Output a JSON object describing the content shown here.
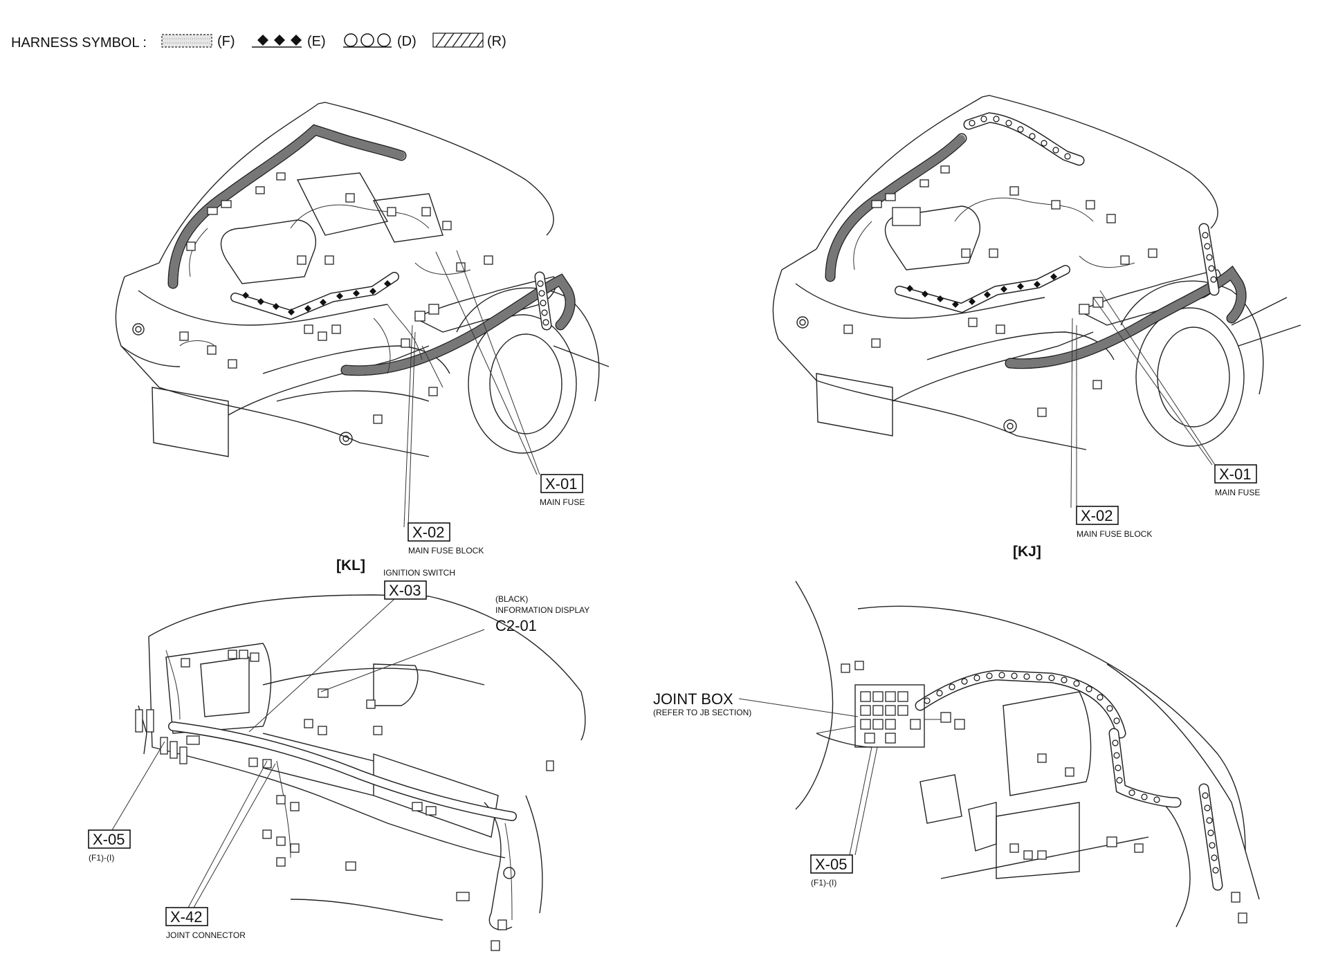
{
  "legend": {
    "title": "HARNESS SYMBOL :",
    "items": [
      {
        "code": "(F)",
        "pattern": "dotted-fill"
      },
      {
        "code": "(E)",
        "pattern": "diamonds"
      },
      {
        "code": "(D)",
        "pattern": "circles"
      },
      {
        "code": "(R)",
        "pattern": "hatched"
      }
    ]
  },
  "views": {
    "kl": "[KL]",
    "kj": "[KJ]"
  },
  "callouts": {
    "kl_x01": {
      "code": "X-01",
      "label": "MAIN FUSE"
    },
    "kl_x02": {
      "code": "X-02",
      "label": "MAIN FUSE BLOCK"
    },
    "kj_x01": {
      "code": "X-01",
      "label": "MAIN FUSE"
    },
    "kj_x02": {
      "code": "X-02",
      "label": "MAIN FUSE BLOCK"
    },
    "x03": {
      "code": "X-03",
      "label": "IGNITION SWITCH"
    },
    "c201": {
      "code": "C2-01",
      "label_line1": "(BLACK)",
      "label_line2": "INFORMATION DISPLAY"
    },
    "x05_left": {
      "code": "X-05",
      "sub": "(F1)-(I)"
    },
    "x42": {
      "code": "X-42",
      "label": "JOINT CONNECTOR"
    },
    "joint_box": {
      "label": "JOINT BOX",
      "sub": "(REFER TO JB SECTION)"
    },
    "x05_right": {
      "code": "X-05",
      "sub": "(F1)-(I)"
    }
  }
}
